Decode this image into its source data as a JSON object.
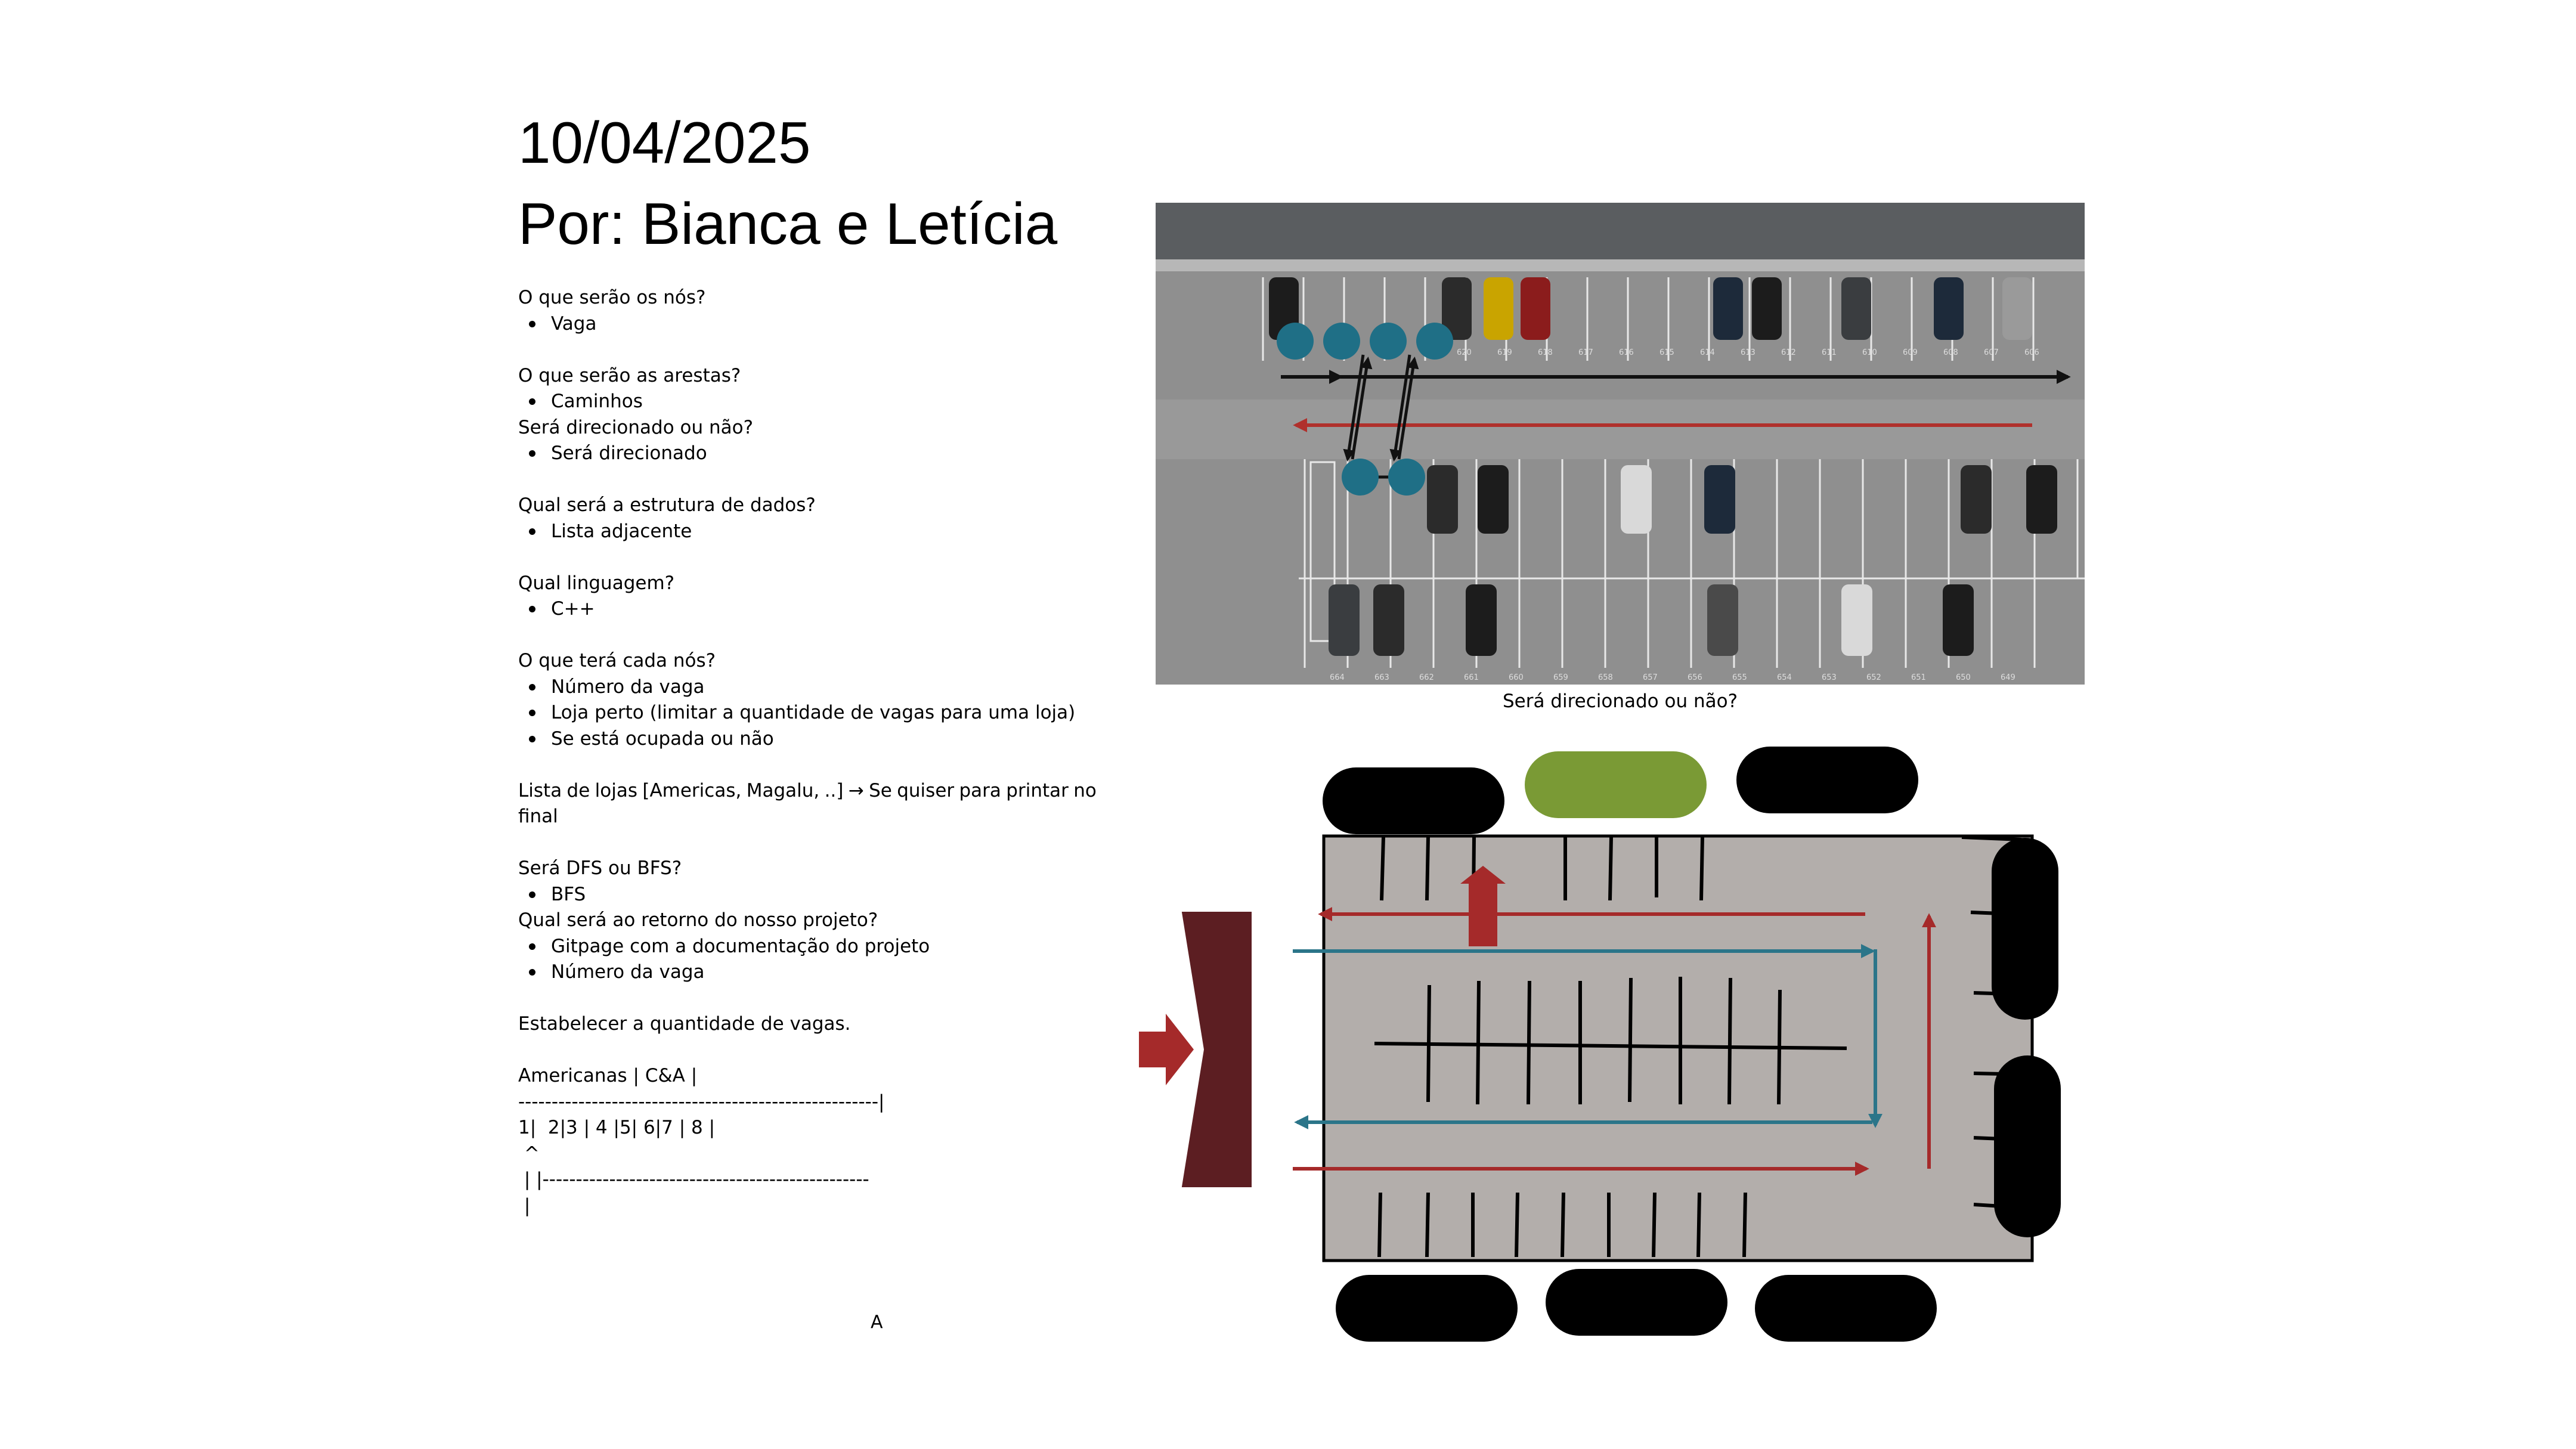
{
  "header": {
    "date": "10/04/2025",
    "authors": "Por: Bianca e Letícia"
  },
  "notes": {
    "q_nodes": "O que serão os nós?",
    "a_nodes": "Vaga",
    "q_edges": "O que serão as arestas?",
    "a_edges": "Caminhos",
    "q_directed": "Será direcionado ou não?",
    "a_directed": "Será direcionado",
    "q_structure": "Qual será a estrutura de dados?",
    "a_structure": "Lista adjacente",
    "q_language": "Qual linguagem?",
    "a_language": "C++",
    "q_node_content": "O que terá cada nós?",
    "a_node_content": [
      "Número da vaga",
      "Loja perto (limitar a quantidade de vagas para uma loja)",
      "Se está ocupada ou não"
    ],
    "stores_line_words": [
      "Lista",
      "de",
      "lojas",
      "[Americas,",
      "Magalu,",
      "..]",
      "→",
      "Se",
      "quiser",
      "para",
      "printar",
      "no"
    ],
    "stores_line_end": "final",
    "q_search": "Será DFS ou BFS?",
    "a_search": "BFS",
    "q_return": "Qual será ao retorno do nosso projeto?",
    "a_return": [
      "Gitpage com a documentação do projeto",
      "Número da vaga"
    ],
    "quantity": "Estabelecer a quantidade de vagas.",
    "sketch": [
      "Americanas | C&A |",
      "------------------------------------------------------|",
      "1|  2|3 | 4 |5| 6|7 | 8 |",
      " ^",
      " | |-------------------------------------------------",
      " |"
    ]
  },
  "photo": {
    "caption": "Será direcionado ou não?",
    "bottom_spot_numbers": [
      "664",
      "663",
      "662",
      "661",
      "660",
      "659",
      "658",
      "657",
      "656",
      "655",
      "654",
      "653",
      "652",
      "651",
      "650",
      "649"
    ],
    "top_spot_numbers": [
      "620",
      "619",
      "618",
      "617",
      "616",
      "615",
      "614",
      "613",
      "612",
      "611",
      "610",
      "609",
      "608",
      "607",
      "606"
    ],
    "colors": {
      "node": "#1f6f86",
      "forward_arrow": "#111111",
      "return_arrow": "#b0302c"
    }
  },
  "plan": {
    "colors": {
      "lot": "#b3aeab",
      "entrance": "#5c1e22",
      "red_arrow": "#a52a2a",
      "teal_arrow": "#2b7589",
      "store_highlight": "#7a9a35",
      "store": "#000000"
    },
    "store_count": 8,
    "highlighted_stores": 1
  },
  "footer": {
    "mark": "A"
  }
}
